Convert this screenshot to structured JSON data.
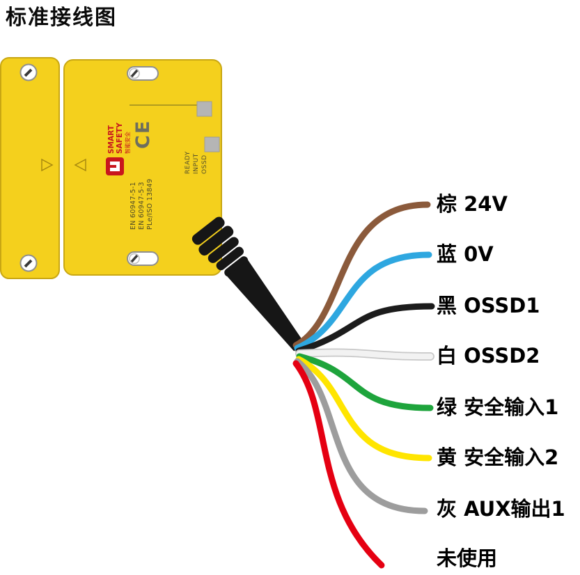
{
  "title": "标准接线图",
  "device": {
    "body_color": "#F4D01D",
    "cable_color": "#161616",
    "brand": {
      "line1": "SMART",
      "line2": "SAFETY",
      "tagline": "智能安全",
      "logo_color": "#C8161D"
    },
    "ce_mark": "CE",
    "certifications": [
      "EN 60947-5-1",
      "EN 60947-5-3",
      "PLe/ISO 13849"
    ],
    "indicators": [
      "READY",
      "INPUT",
      "OSSD"
    ]
  },
  "wires": [
    {
      "id": "brown",
      "color": "#8B5A3B",
      "label": "棕 24V"
    },
    {
      "id": "blue",
      "color": "#2EA7E0",
      "label": "蓝 0V"
    },
    {
      "id": "black",
      "color": "#1C1C1C",
      "label": "黑 OSSD1"
    },
    {
      "id": "white",
      "color": "#F2F2F2",
      "label": "白 OSSD2"
    },
    {
      "id": "green",
      "color": "#1EA43C",
      "label": "绿 安全输入1"
    },
    {
      "id": "yellow",
      "color": "#FFE500",
      "label": "黄 安全输入2"
    },
    {
      "id": "gray",
      "color": "#9D9D9D",
      "label": "灰 AUX输出1"
    },
    {
      "id": "red",
      "color": "#E50012",
      "label": "未使用"
    }
  ]
}
